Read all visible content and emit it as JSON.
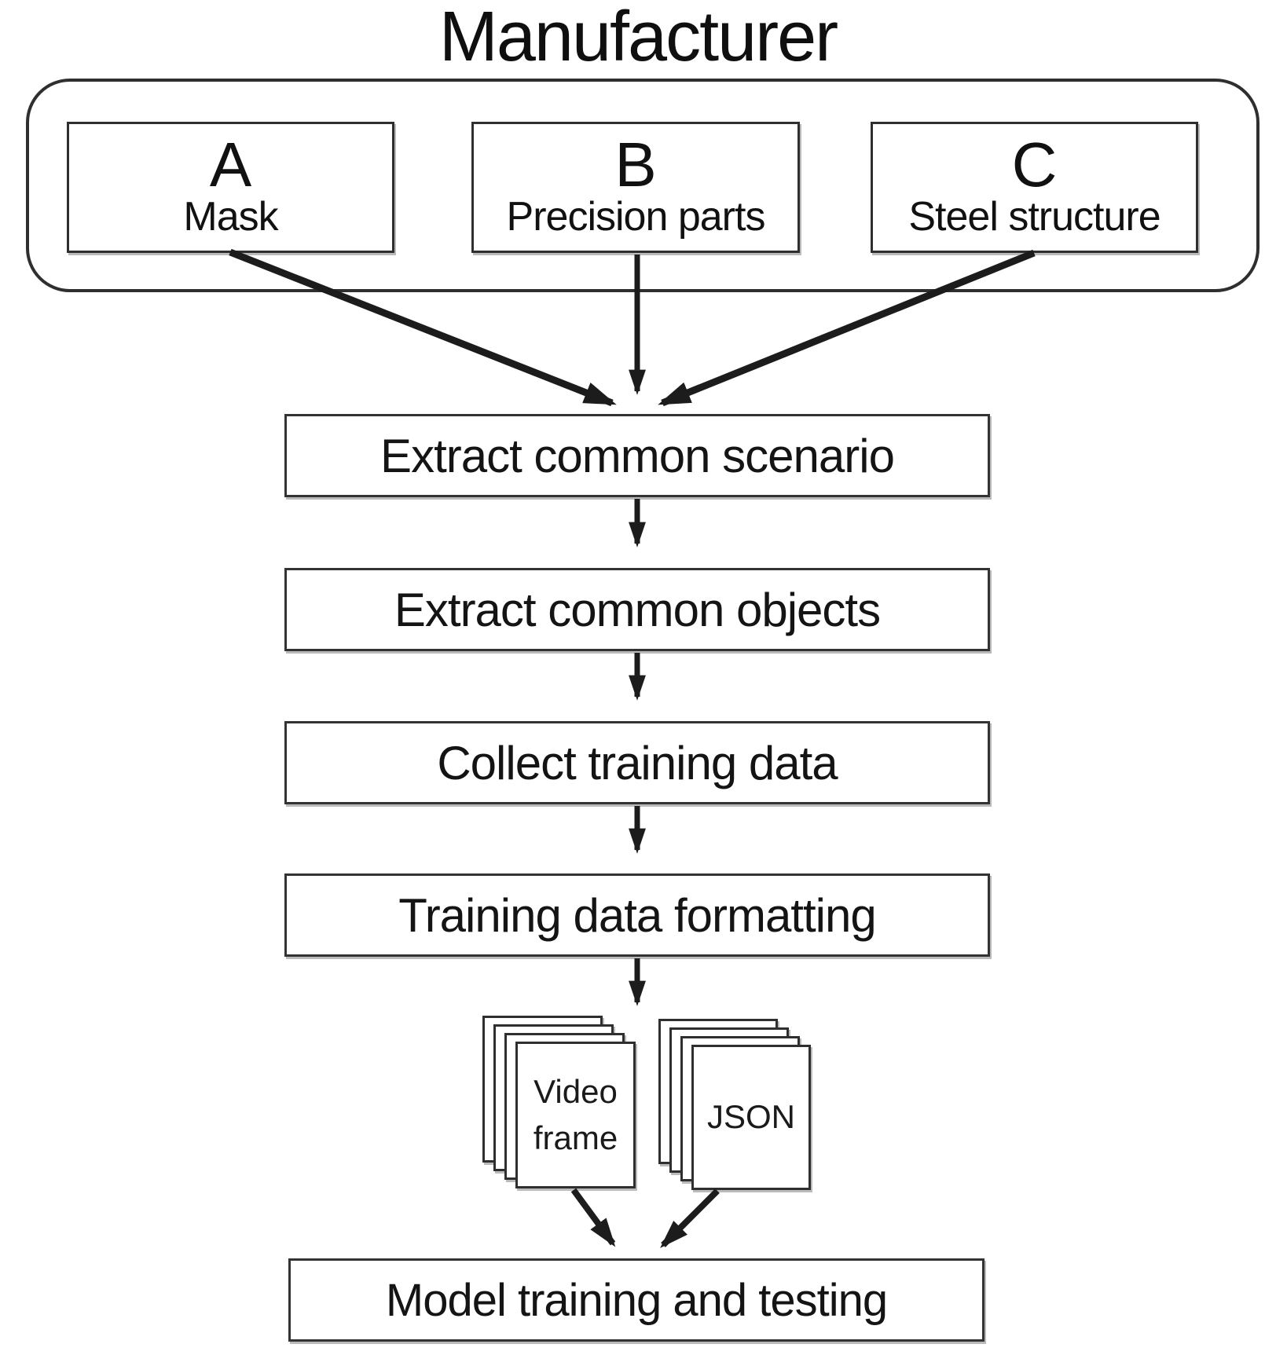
{
  "title": "Manufacturer",
  "manufacturer": {
    "items": [
      {
        "letter": "A",
        "label": "Mask"
      },
      {
        "letter": "B",
        "label": "Precision parts"
      },
      {
        "letter": "C",
        "label": "Steel structure"
      }
    ]
  },
  "process_steps": [
    {
      "label": "Extract common scenario"
    },
    {
      "label": "Extract common objects"
    },
    {
      "label": "Collect training data"
    },
    {
      "label": "Training data formatting"
    }
  ],
  "artifacts": [
    {
      "label": "Video frame"
    },
    {
      "label": "JSON"
    }
  ],
  "final_step": {
    "label": "Model training and testing"
  },
  "colors": {
    "arrow": "#1c1c1c",
    "border": "#2f2f2f",
    "text": "#161616",
    "background": "#ffffff"
  }
}
